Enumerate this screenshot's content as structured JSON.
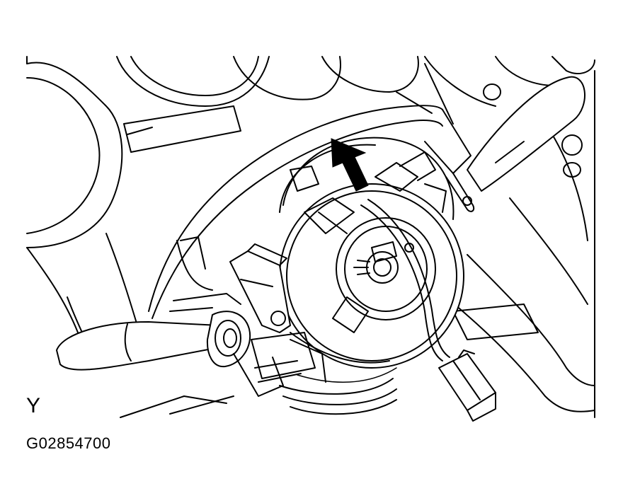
{
  "figure": {
    "view_label": "Y",
    "figure_code": "G02854700",
    "arrow_icon": "bold-up-arrow",
    "colors": {
      "ink": "#000000",
      "paper": "#ffffff"
    }
  }
}
